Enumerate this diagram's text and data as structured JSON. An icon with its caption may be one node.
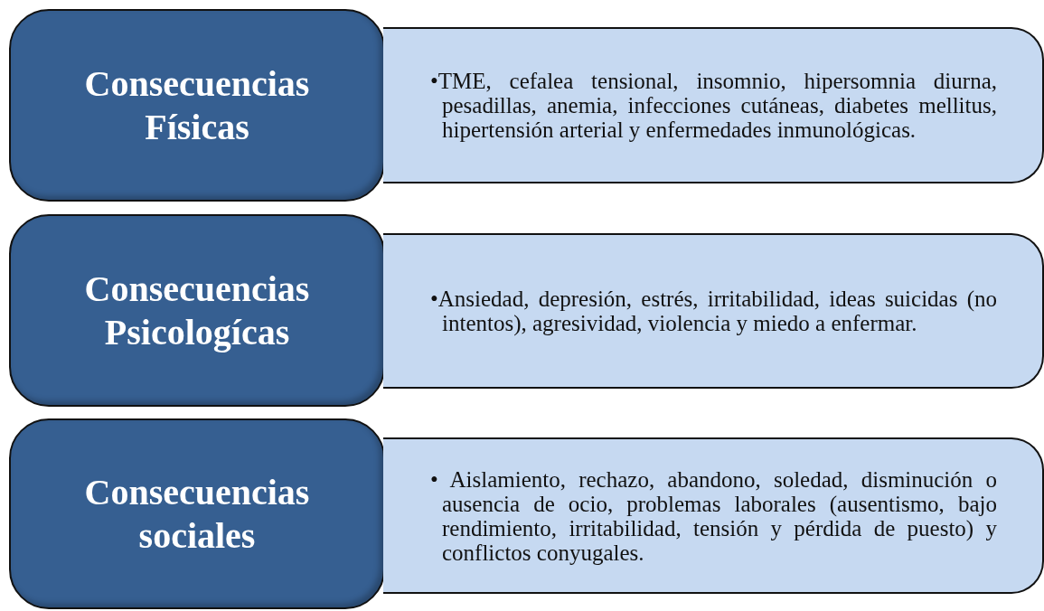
{
  "diagram": {
    "nodes": [
      {
        "text": [
          "Consecuencias Físicas"
        ]
      },
      {
        "text": [
          "•TME, cefalea tensional, insomnio, hipersomnia diurna, pesadillas, anemia, infecciones cutáneas, diabetes mellitus, hipertensión arterial y enfermedades inmunológicas."
        ]
      },
      {
        "text": [
          "Consecuencias Psicologícas"
        ]
      },
      {
        "text": [
          "•Ansiedad, depresión, estrés, irritabilidad, ideas suicidas (no intentos), agresividad, violencia y miedo a enfermar."
        ]
      },
      {
        "text": [
          "Consecuencias sociales"
        ]
      },
      {
        "text": [
          "• Aislamiento, rechazo, abandono, soledad, disminución o ausencia de ocio, problemas laborales (ausentismo, bajo rendimiento, irritabilidad, tensión y pérdida de puesto) y conflictos conyugales."
        ]
      }
    ]
  }
}
